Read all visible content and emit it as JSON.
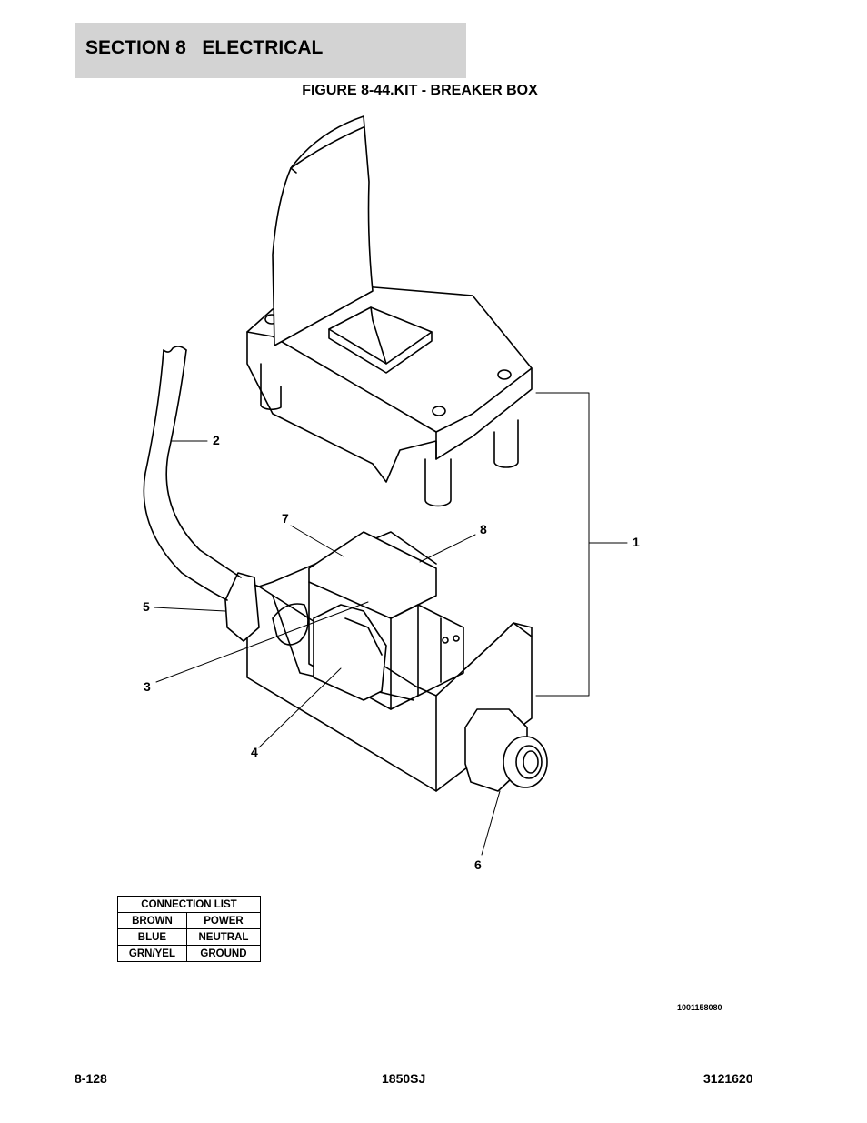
{
  "header": {
    "section": "SECTION 8   ELECTRICAL"
  },
  "figure": {
    "caption": "FIGURE 8-44.KIT - BREAKER BOX"
  },
  "callouts": [
    {
      "id": "callout-1",
      "label": "1"
    },
    {
      "id": "callout-2",
      "label": "2"
    },
    {
      "id": "callout-3",
      "label": "3"
    },
    {
      "id": "callout-4",
      "label": "4"
    },
    {
      "id": "callout-5",
      "label": "5"
    },
    {
      "id": "callout-6",
      "label": "6"
    },
    {
      "id": "callout-7",
      "label": "7"
    },
    {
      "id": "callout-8",
      "label": "8"
    }
  ],
  "connection_list": {
    "title": "CONNECTION LIST",
    "rows": [
      {
        "wire": "BROWN",
        "function": "POWER"
      },
      {
        "wire": "BLUE",
        "function": "NEUTRAL"
      },
      {
        "wire": "GRN/YEL",
        "function": "GROUND"
      }
    ]
  },
  "drawing_number": "1001158080",
  "footer": {
    "page": "8-128",
    "model": "1850SJ",
    "manual": "3121620"
  }
}
